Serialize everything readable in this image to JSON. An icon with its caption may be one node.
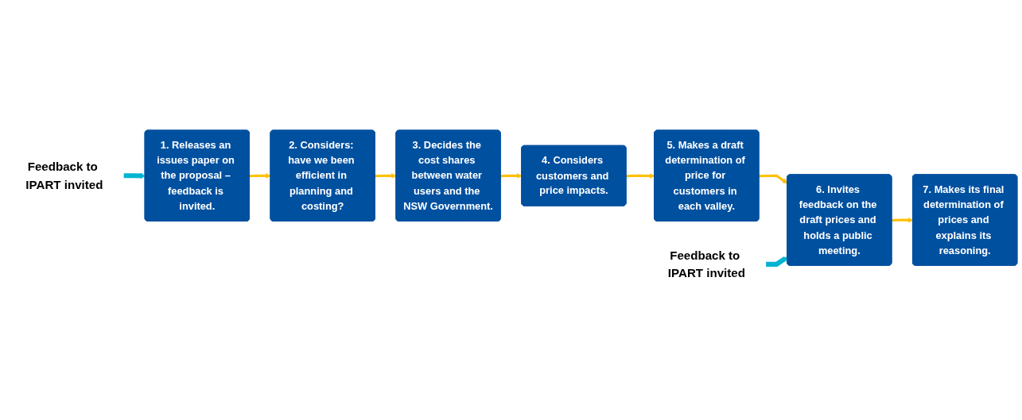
{
  "diagram": {
    "nodes": [
      {
        "text": [
          "1. Releases an issues paper on the proposal – feedback is invited."
        ]
      },
      {
        "text": [
          "2. Considers: have we been efficient in planning and costing?"
        ]
      },
      {
        "text": [
          "3. Decides the cost shares between water users and the NSW Government."
        ]
      },
      {
        "text": [
          "4. Considers customers and price impacts."
        ]
      },
      {
        "text": [
          "5. Makes a draft determination of price for customers in each valley."
        ]
      },
      {
        "text": [
          "6. Invites feedback on the draft prices and holds a public meeting."
        ]
      },
      {
        "text": [
          "7. Makes its final determination of prices and explains its reasoning."
        ]
      },
      {
        "text": [
          "Feedback to IPART invited"
        ]
      },
      {
        "text": [
          "Feedback to IPART invited"
        ]
      }
    ],
    "edges": [
      {
        "from": 0,
        "to": 1,
        "arrow": "to"
      },
      {
        "from": 1,
        "to": 2,
        "arrow": "to"
      },
      {
        "from": 2,
        "to": 3,
        "arrow": "to"
      },
      {
        "from": 3,
        "to": 4,
        "arrow": "to"
      },
      {
        "from": 4,
        "to": 5,
        "arrow": "to"
      },
      {
        "from": 5,
        "to": 6,
        "arrow": "to"
      },
      {
        "from": 7,
        "to": 0,
        "arrow": "to",
        "style": "thick",
        "color": "#00b4d2"
      },
      {
        "from": 8,
        "to": 5,
        "arrow": "to",
        "style": "thick",
        "color": "#00b4d2"
      }
    ]
  }
}
